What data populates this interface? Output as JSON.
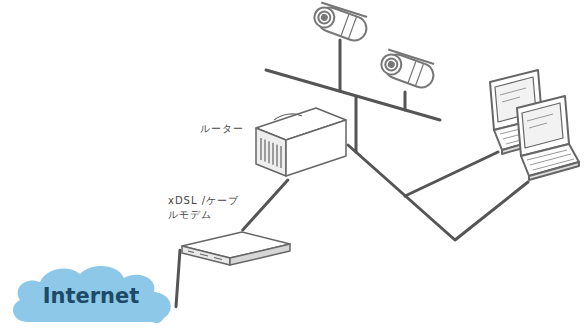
{
  "diagram": {
    "nodes": [
      {
        "text": [
          "Internet"
        ]
      },
      {
        "text": [
          "xDSL /ケーブ ルモデム"
        ]
      },
      {
        "text": [
          "ルーター"
        ]
      }
    ],
    "edges": [
      {
        "from": 0,
        "to": 1,
        "arrow": "none"
      },
      {
        "from": 1,
        "to": 2,
        "arrow": "none"
      }
    ]
  }
}
